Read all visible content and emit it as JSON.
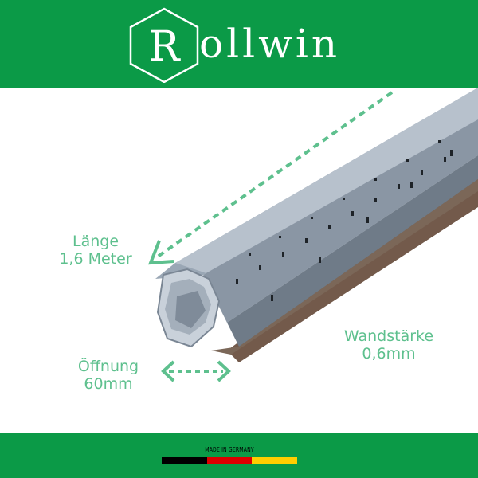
{
  "brand": {
    "name": "ollwin",
    "monogram": "R",
    "color": "#0b9a47"
  },
  "labels": {
    "laenge_title": "Länge",
    "laenge_value": "1,6 Meter",
    "wand_title": "Wandstärke",
    "wand_value": "0,6mm",
    "oeff_title": "Öffnung",
    "oeff_value": "60mm"
  },
  "footer": {
    "made_in": "MADE IN GERMANY",
    "flag_colors": [
      "#000000",
      "#dd0000",
      "#ffce00"
    ]
  },
  "icons": {
    "arrow_length": "dashed-arrow-icon",
    "arrow_opening": "double-arrow-icon",
    "product": "octagonal-steel-shaft"
  }
}
